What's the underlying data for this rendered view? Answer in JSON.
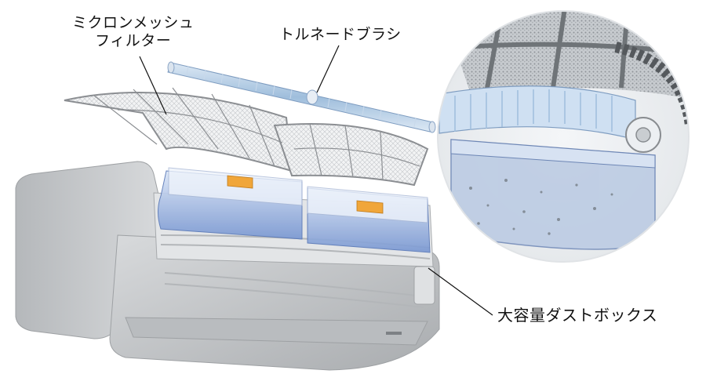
{
  "labels": {
    "filter_line1": "ミクロンメッシュ",
    "filter_line2": "フィルター",
    "brush": "トルネードブラシ",
    "dust_box": "大容量ダストボックス"
  },
  "colors": {
    "unit_body": "#c9cbcd",
    "unit_shadow": "#9fa2a5",
    "filter_frame": "#8b8e92",
    "brush_blue": "#a9c4de",
    "dustbox_blue": "#7f9fd6",
    "tab_orange": "#f0a63a",
    "leader_line": "#111111"
  }
}
